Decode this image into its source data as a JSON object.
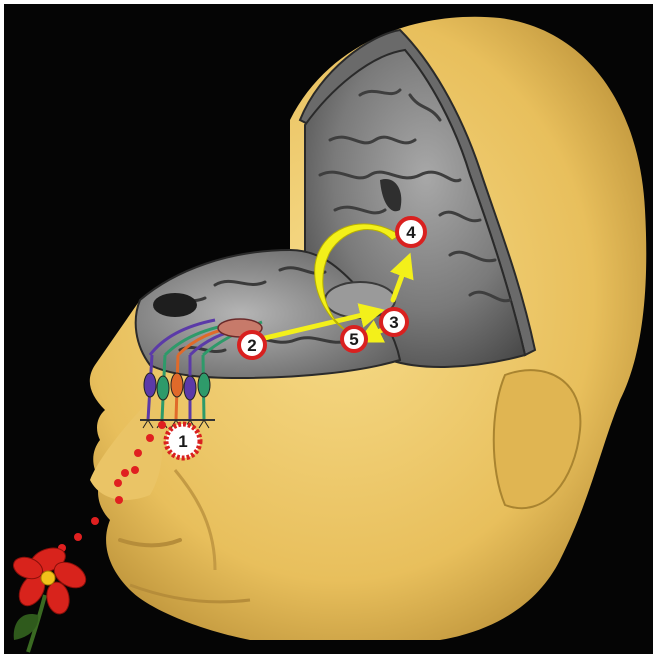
{
  "markers": [
    {
      "id": "marker-1",
      "label": "1"
    },
    {
      "id": "marker-2",
      "label": "2"
    },
    {
      "id": "marker-3",
      "label": "3"
    },
    {
      "id": "marker-4",
      "label": "4"
    },
    {
      "id": "marker-5",
      "label": "5"
    }
  ],
  "colors": {
    "background": "#050505",
    "frame": "#ffffff",
    "skin": "#f2cf72",
    "brain_gray": "#8a8a8a",
    "pathway_arrow": "#f3f01a",
    "marker_ring": "#d9201f",
    "odor_dots": "#e02020",
    "flower_petals": "#d8231c",
    "receptor_purple": "#5b3aa8",
    "receptor_green": "#2e9a6a",
    "receptor_orange": "#e06a2a"
  }
}
